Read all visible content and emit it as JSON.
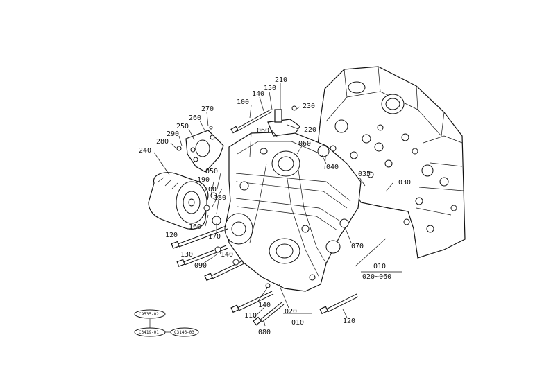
{
  "callouts": [
    {
      "id": "c-210",
      "text": "210"
    },
    {
      "id": "c-150",
      "text": "150"
    },
    {
      "id": "c-140a",
      "text": "140"
    },
    {
      "id": "c-100",
      "text": "100"
    },
    {
      "id": "c-230",
      "text": "230"
    },
    {
      "id": "c-270",
      "text": "270"
    },
    {
      "id": "c-260",
      "text": "260"
    },
    {
      "id": "c-250",
      "text": "250"
    },
    {
      "id": "c-290",
      "text": "290"
    },
    {
      "id": "c-280",
      "text": "280"
    },
    {
      "id": "c-060a",
      "text": "060"
    },
    {
      "id": "c-220",
      "text": "220"
    },
    {
      "id": "c-060b",
      "text": "060"
    },
    {
      "id": "c-240",
      "text": "240"
    },
    {
      "id": "c-040",
      "text": "040"
    },
    {
      "id": "c-050",
      "text": "050"
    },
    {
      "id": "c-035",
      "text": "035"
    },
    {
      "id": "c-030",
      "text": "030"
    },
    {
      "id": "c-190",
      "text": "190"
    },
    {
      "id": "c-200",
      "text": "200"
    },
    {
      "id": "c-180",
      "text": "180"
    },
    {
      "id": "c-160",
      "text": "160"
    },
    {
      "id": "c-170",
      "text": "170"
    },
    {
      "id": "c-120a",
      "text": "120"
    },
    {
      "id": "c-070",
      "text": "070"
    },
    {
      "id": "c-130",
      "text": "130"
    },
    {
      "id": "c-140b",
      "text": "140"
    },
    {
      "id": "c-090",
      "text": "090"
    },
    {
      "id": "c-010a",
      "text": "010"
    },
    {
      "id": "c-020-060",
      "text": "020~060"
    },
    {
      "id": "c-140c",
      "text": "140"
    },
    {
      "id": "c-020",
      "text": "020"
    },
    {
      "id": "c-110",
      "text": "110"
    },
    {
      "id": "c-010b",
      "text": "010"
    },
    {
      "id": "c-120b",
      "text": "120"
    },
    {
      "id": "c-080",
      "text": "080"
    }
  ],
  "references": {
    "top": "C9535-02",
    "bottom_left": "C3419-01",
    "bottom_right": "C3146-03"
  }
}
